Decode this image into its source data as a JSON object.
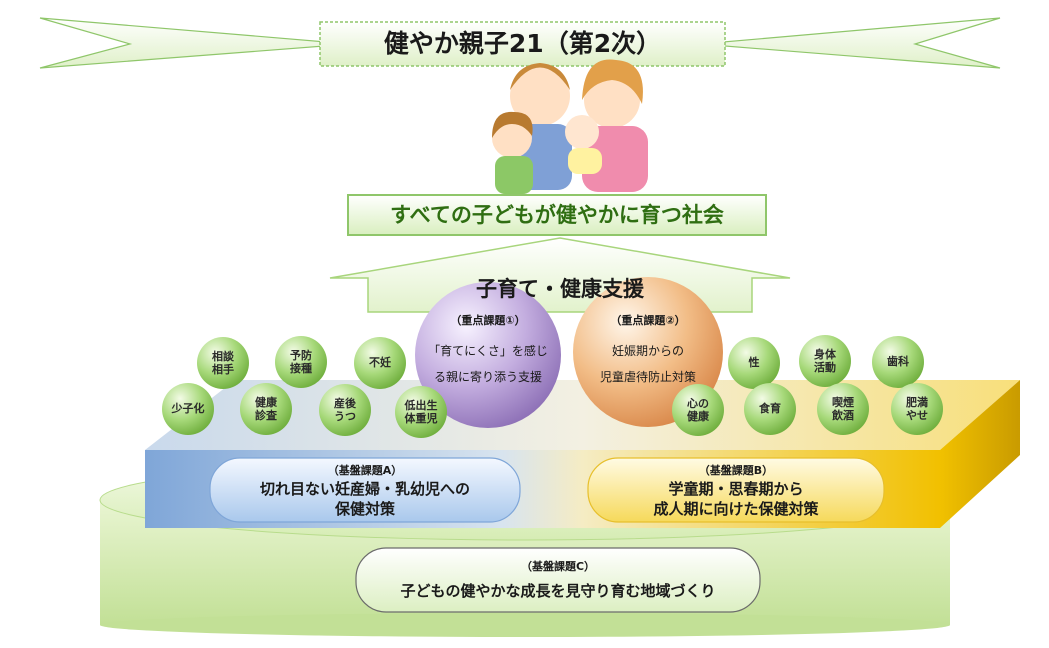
{
  "banner": {
    "title": "健やか親子21（第2次）"
  },
  "vision": {
    "text": "すべての子どもが健やかに育つ社会"
  },
  "support_arrow": {
    "label": "子育て・健康支援"
  },
  "priority_1": {
    "heading": "（重点課題①）",
    "line1": "「育てにくさ」を感じ",
    "line2": "る親に寄り添う支援"
  },
  "priority_2": {
    "heading": "（重点課題②）",
    "line1": "妊娠期からの",
    "line2": "児童虐待防止対策"
  },
  "left_topics": [
    {
      "l1": "相談",
      "l2": "相手"
    },
    {
      "l1": "予防",
      "l2": "接種"
    },
    {
      "l1": "不妊",
      "l2": ""
    },
    {
      "l1": "少子化",
      "l2": ""
    },
    {
      "l1": "健康",
      "l2": "診査"
    },
    {
      "l1": "産後",
      "l2": "うつ"
    },
    {
      "l1": "低出生",
      "l2": "体重児"
    }
  ],
  "right_topics": [
    {
      "l1": "性",
      "l2": ""
    },
    {
      "l1": "身体",
      "l2": "活動"
    },
    {
      "l1": "歯科",
      "l2": ""
    },
    {
      "l1": "心の",
      "l2": "健康"
    },
    {
      "l1": "食育",
      "l2": ""
    },
    {
      "l1": "喫煙",
      "l2": "飲酒"
    },
    {
      "l1": "肥満",
      "l2": "やせ"
    }
  ],
  "base_a": {
    "heading": "（基盤課題A）",
    "line1": "切れ目ない妊産婦・乳幼児への",
    "line2": "保健対策"
  },
  "base_b": {
    "heading": "（基盤課題B）",
    "line1": "学童期・思春期から",
    "line2": "成人期に向けた保健対策"
  },
  "base_c": {
    "heading": "（基盤課題C）",
    "line1": "子どもの健やかな成長を見守り育む地域づくり"
  },
  "colors": {
    "green_light": "#e8f5d0",
    "green": "#a8d878",
    "blue": "#8fb3dc",
    "yellow": "#f2c400",
    "purple": "#b9a3d6",
    "orange": "#f0b074",
    "ball_green": "#a0d46a"
  },
  "icons": {
    "family": "family-illustration"
  }
}
